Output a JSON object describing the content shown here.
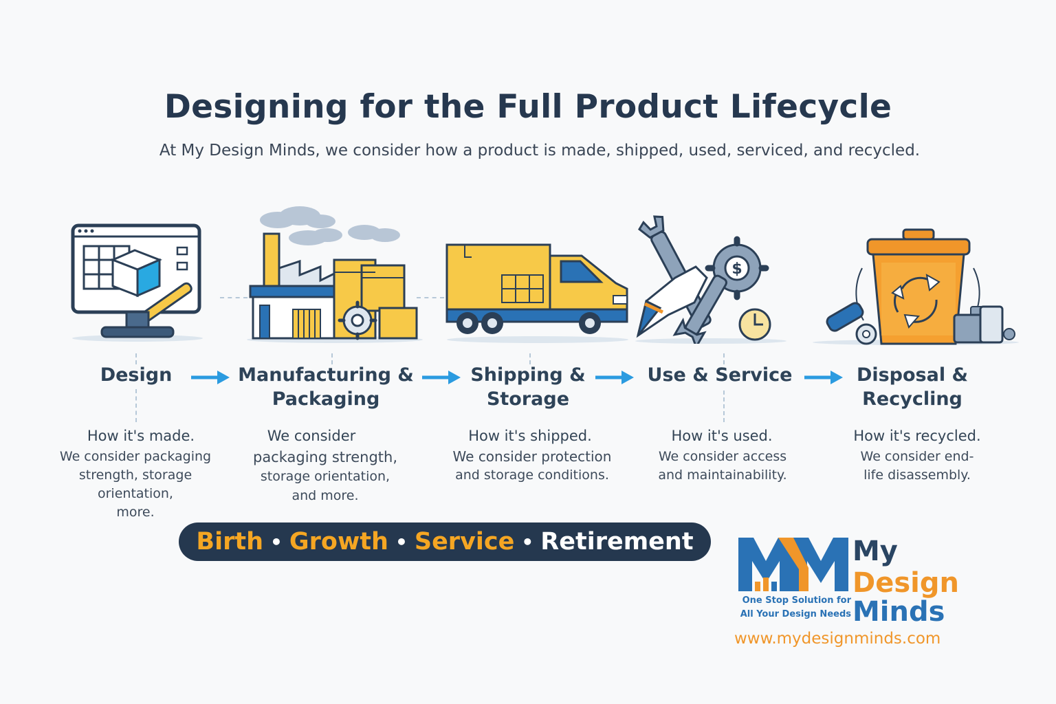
{
  "header": {
    "title": "Designing for the Full Product Lifecycle",
    "subtitle": "At My Design Minds, we consider how a product is made, shipped, used, serviced, and recycled."
  },
  "stages": [
    {
      "title_lines": [
        "Design"
      ],
      "lead": "How it's made.",
      "desc_lines": [
        "We consider packaging",
        "strength, storage",
        "orientation,",
        "more."
      ],
      "icon": "computer-design-icon"
    },
    {
      "title_lines": [
        "Manufacturing &",
        "Packaging"
      ],
      "lead": "We consider",
      "desc_lines": [
        "packaging strength,",
        "storage orientation,",
        "and more."
      ],
      "icon": "factory-icon"
    },
    {
      "title_lines": [
        "Shipping &",
        "Storage"
      ],
      "lead": "How it's shipped.",
      "desc_lines": [
        "We consider protection",
        "and storage conditions."
      ],
      "icon": "truck-icon"
    },
    {
      "title_lines": [
        "Use & Service"
      ],
      "lead": "How it's used.",
      "desc_lines": [
        "We consider access",
        "and maintainability."
      ],
      "icon": "wrench-gear-icon"
    },
    {
      "title_lines": [
        "Disposal &",
        "Recycling"
      ],
      "lead": "How it's recycled.",
      "desc_lines": [
        "We consider end-",
        "life disassembly."
      ],
      "icon": "recycle-bin-icon"
    }
  ],
  "phases": {
    "birth": "Birth",
    "growth": "Growth",
    "service": "Service",
    "retirement": "Retirement",
    "separator": "•"
  },
  "brand": {
    "name_my": "My",
    "name_design": "Design",
    "name_minds": "Minds",
    "tagline_1": "One Stop Solution for",
    "tagline_2": "All Your Design Needs",
    "url": "www.mydesignminds.com"
  },
  "colors": {
    "navy": "#25384f",
    "orange": "#f5a623",
    "blue": "#2a72b5",
    "yellow": "#f7c948",
    "arrow": "#2b9be0"
  }
}
